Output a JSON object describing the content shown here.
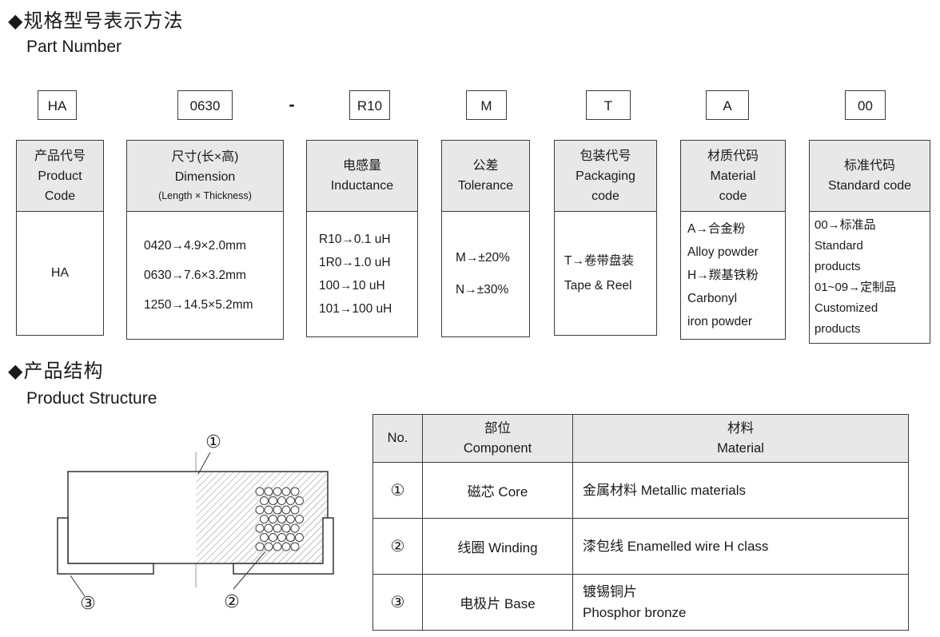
{
  "sections": {
    "part_number": {
      "title_cn": "◆规格型号表示方法",
      "title_en": "Part Number"
    },
    "structure": {
      "title_cn": "◆产品结构",
      "title_en": "Product Structure"
    }
  },
  "part_number": {
    "codes": [
      "HA",
      "0630",
      "R10",
      "M",
      "T",
      "A",
      "00"
    ],
    "separator": "-",
    "columns": [
      {
        "header": [
          "产品代号",
          "Product",
          "Code"
        ],
        "body": [
          "HA"
        ]
      },
      {
        "header": [
          "尺寸(长×高)",
          "Dimension",
          "(Length × Thickness)"
        ],
        "body": [
          "0420→4.9×2.0mm",
          "0630→7.6×3.2mm",
          "1250→14.5×5.2mm"
        ]
      },
      {
        "header": [
          "电感量",
          "Inductance"
        ],
        "body": [
          "R10→0.1 uH",
          "1R0→1.0 uH",
          "100→10 uH",
          "101→100 uH"
        ]
      },
      {
        "header": [
          "公差",
          "Tolerance"
        ],
        "body": [
          "M→±20%",
          "N→±30%"
        ]
      },
      {
        "header": [
          "包装代号",
          "Packaging",
          "code"
        ],
        "body": [
          "T→卷带盘装",
          "Tape & Reel"
        ]
      },
      {
        "header": [
          "材质代码",
          "Material",
          "code"
        ],
        "body": [
          "A→合金粉",
          "Alloy powder",
          "H→羰基铁粉",
          "Carbonyl",
          "iron powder"
        ]
      },
      {
        "header": [
          "标准代码",
          "Standard code"
        ],
        "body": [
          "00→标准品",
          "Standard",
          "products",
          "01~09→定制品",
          "Customized",
          "products"
        ]
      }
    ]
  },
  "diagram": {
    "labels": [
      "①",
      "②",
      "③"
    ]
  },
  "structure_table": {
    "headers": {
      "no": [
        "No."
      ],
      "component": [
        "部位",
        "Component"
      ],
      "material": [
        "材料",
        "Material"
      ]
    },
    "rows": [
      {
        "no": "①",
        "component": "磁芯 Core",
        "material": [
          "金属材料 Metallic materials"
        ]
      },
      {
        "no": "②",
        "component": "线圈 Winding",
        "material": [
          "漆包线 Enamelled wire H class"
        ]
      },
      {
        "no": "③",
        "component": "电极片 Base",
        "material": [
          "镀锡铜片",
          "Phosphor bronze"
        ]
      }
    ]
  },
  "colors": {
    "header_fill": "#e8e8e8",
    "border": "#3c3c3c"
  }
}
